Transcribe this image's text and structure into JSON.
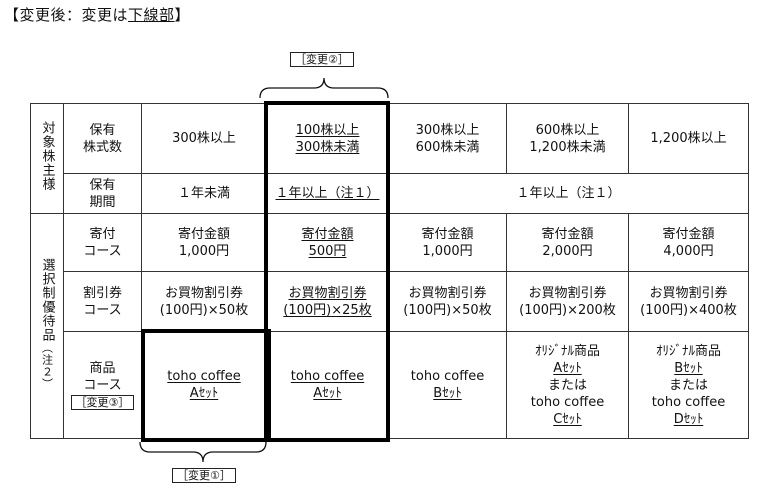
{
  "heading": {
    "prefix": "【変更後：変更は",
    "underlined": "下線部",
    "suffix": "】"
  },
  "tags": {
    "top": "［変更②］",
    "bottom": "［変更①］",
    "product": "［変更③］"
  },
  "row_headers": {
    "target": "対象株主様",
    "shares": [
      "保有",
      "株式数"
    ],
    "period": [
      "保有",
      "期間"
    ],
    "benefits": "選択制優待品",
    "benefits_note": "（注２）",
    "donation": [
      "寄付",
      "コース"
    ],
    "discount": [
      "割引券",
      "コース"
    ],
    "product": [
      "商品",
      "コース"
    ]
  },
  "columns": [
    {
      "shares": [
        "300株以上"
      ],
      "period": "１年未満",
      "donation": [
        "寄付金額",
        "1,000円"
      ],
      "discount": [
        "お買物割引券",
        "(100円)×50枚"
      ],
      "product": [
        "toho coffee",
        "Aｾｯﾄ"
      ]
    },
    {
      "shares": [
        "100株以上",
        "300株未満"
      ],
      "period": "１年以上（注１）",
      "donation": [
        "寄付金額",
        "500円"
      ],
      "discount": [
        "お買物割引券",
        "(100円)×25枚"
      ],
      "product": [
        "toho coffee",
        "Aｾｯﾄ"
      ]
    },
    {
      "shares": [
        "300株以上",
        "600株未満"
      ],
      "donation": [
        "寄付金額",
        "1,000円"
      ],
      "discount": [
        "お買物割引券",
        "(100円)×50枚"
      ],
      "product": [
        "toho coffee",
        "Bｾｯﾄ"
      ]
    },
    {
      "shares": [
        "600株以上",
        "1,200株未満"
      ],
      "donation": [
        "寄付金額",
        "2,000円"
      ],
      "discount": [
        "お買物割引券",
        "(100円)×200枚"
      ],
      "product": [
        "ｵﾘｼﾞﾅﾙ商品",
        "Aｾｯﾄ",
        "または",
        "toho coffee",
        "Cｾｯﾄ"
      ]
    },
    {
      "shares": [
        "1,200株以上"
      ],
      "donation": [
        "寄付金額",
        "4,000円"
      ],
      "discount": [
        "お買物割引券",
        "(100円)×400枚"
      ],
      "product": [
        "ｵﾘｼﾞﾅﾙ商品",
        "Bｾｯﾄ",
        "または",
        "toho coffee",
        "Dｾｯﾄ"
      ]
    }
  ],
  "period_merged": "１年以上（注１）"
}
